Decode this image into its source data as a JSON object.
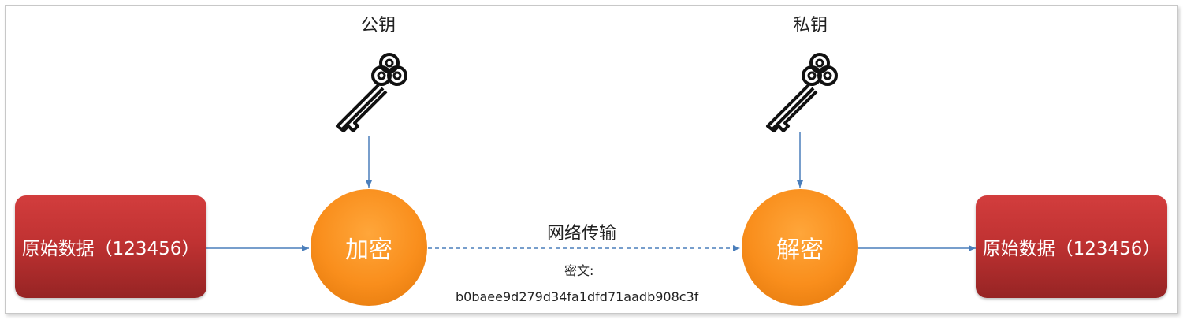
{
  "diagram": {
    "source_box": {
      "label": "原始数据（123456）"
    },
    "encrypt": {
      "label": "加密"
    },
    "decrypt": {
      "label": "解密"
    },
    "target_box": {
      "label": "原始数据（123456）"
    },
    "public_key": {
      "label": "公钥",
      "icon": "key-icon"
    },
    "private_key": {
      "label": "私钥",
      "icon": "key-icon"
    },
    "transfer": {
      "label": "网络传输",
      "cipher_caption": "密文:",
      "cipher_value": "b0baee9d279d34fa1dfd71aadb908c3f"
    },
    "colors": {
      "box_red": "#c03232",
      "circle_orange": "#f98e1c",
      "arrow_blue": "#4a7ebb"
    }
  }
}
